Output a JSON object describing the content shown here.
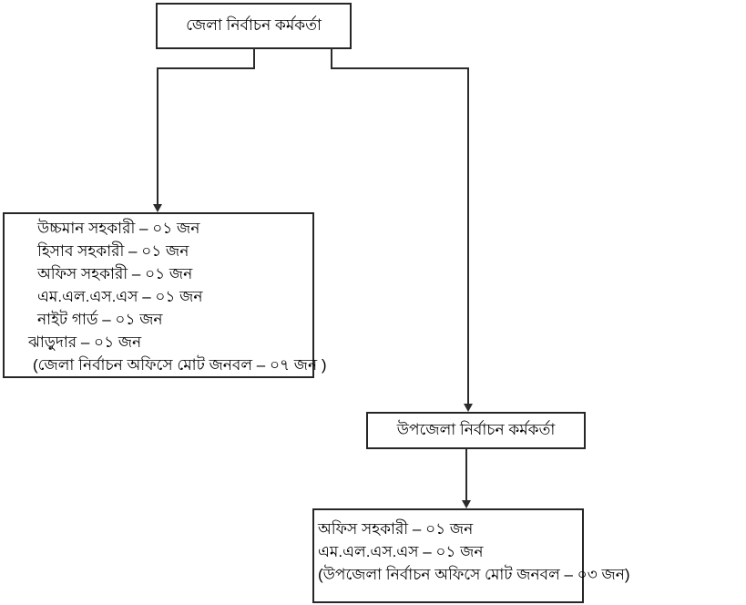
{
  "org_chart": {
    "colors": {
      "line": "#2b2b2b",
      "border": "#262626",
      "background": "#ffffff",
      "text": "#000000"
    },
    "district_officer": {
      "label": "জেলা নির্বাচন কর্মকর্তা"
    },
    "district_staff": {
      "lines": [
        "উচ্চমান সহকারী – ০১ জন",
        "হিসাব সহকারী – ০১ জন",
        "অফিস সহকারী – ০১ জন",
        "এম.এল.এস.এস – ০১ জন",
        "নাইট গার্ড – ০১ জন",
        "ঝাড়ুদার – ০১ জন",
        "(জেলা নির্বাচন অফিসে মোট জনবল – ০৭ জন )"
      ]
    },
    "upazila_officer": {
      "label": "উপজেলা নির্বাচন কর্মকর্তা"
    },
    "upazila_staff": {
      "lines": [
        "অফিস সহকারী – ০১ জন",
        "এম.এল.এস.এস – ০১ জন",
        "(উপজেলা নির্বাচন অফিসে মোট জনবল – ০৩ জন)"
      ]
    }
  }
}
